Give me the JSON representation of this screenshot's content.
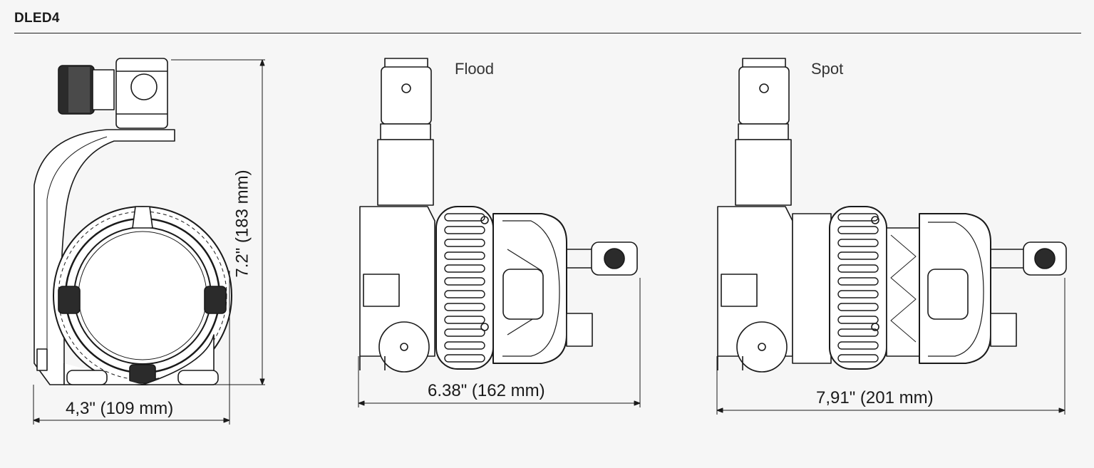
{
  "header": {
    "title": "DLED4"
  },
  "views": [
    {
      "name": "",
      "width_label": "4,3\" (109 mm)",
      "height_label": "7.2\" (183 mm)"
    },
    {
      "name": "Flood",
      "width_label": "6.38\" (162 mm)"
    },
    {
      "name": "Spot",
      "width_label": "7,91\" (201 mm)"
    }
  ],
  "colors": {
    "line": "#1a1a1a",
    "fill_dark": "#2b2b2b",
    "fill_light": "#ffffff",
    "background": "#f6f6f6"
  }
}
